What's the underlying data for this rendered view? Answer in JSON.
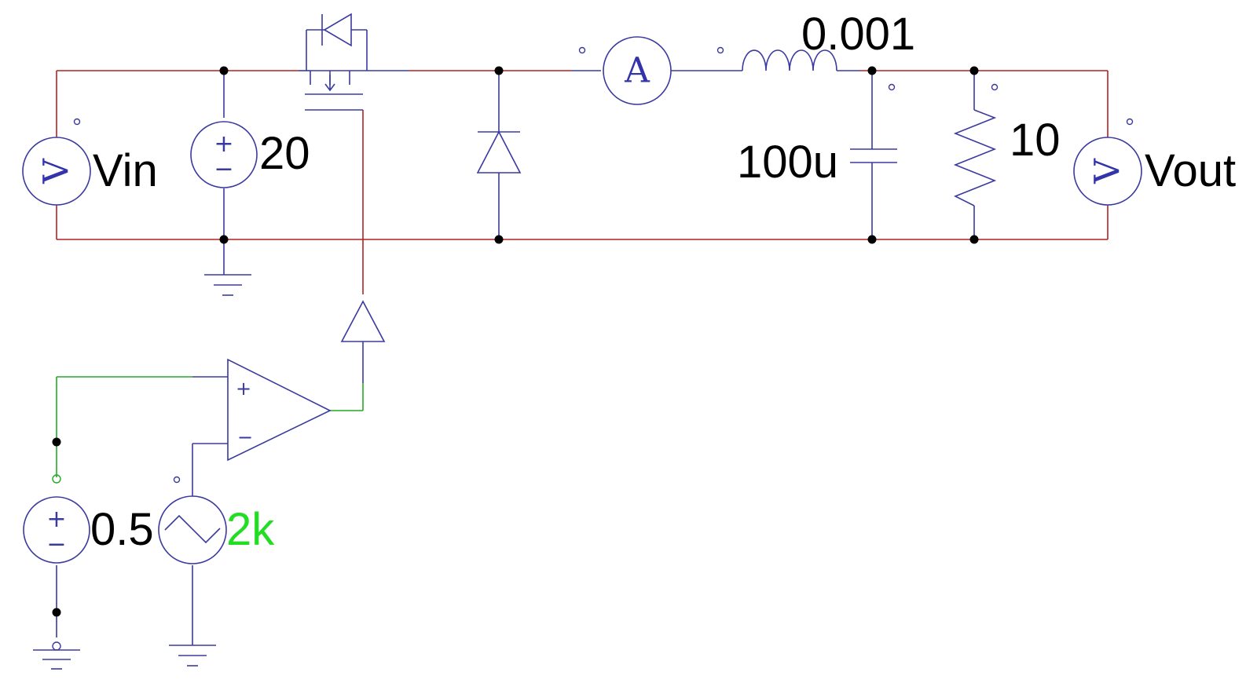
{
  "diagram": {
    "type": "buck converter schematic",
    "labels": {
      "vin_meter": "Vin",
      "vout_meter": "Vout",
      "dc_source_value": "20",
      "inductor_value": "0.001",
      "capacitor_value": "100u",
      "resistor_value": "10",
      "dc_ref_value": "0.5",
      "triangle_source_value": "2k"
    },
    "meter_symbols": {
      "voltmeter": "V",
      "ammeter": "A"
    },
    "source_polarity": {
      "plus": "+",
      "minus": "−"
    },
    "comparator_pins": {
      "noninverting": "+",
      "inverting": "−"
    },
    "colors": {
      "power_wire": "#b22222",
      "component": "#3a3aa0",
      "control_wire": "#22aa22",
      "label": "#000000",
      "freq_label": "#22dd22"
    }
  }
}
